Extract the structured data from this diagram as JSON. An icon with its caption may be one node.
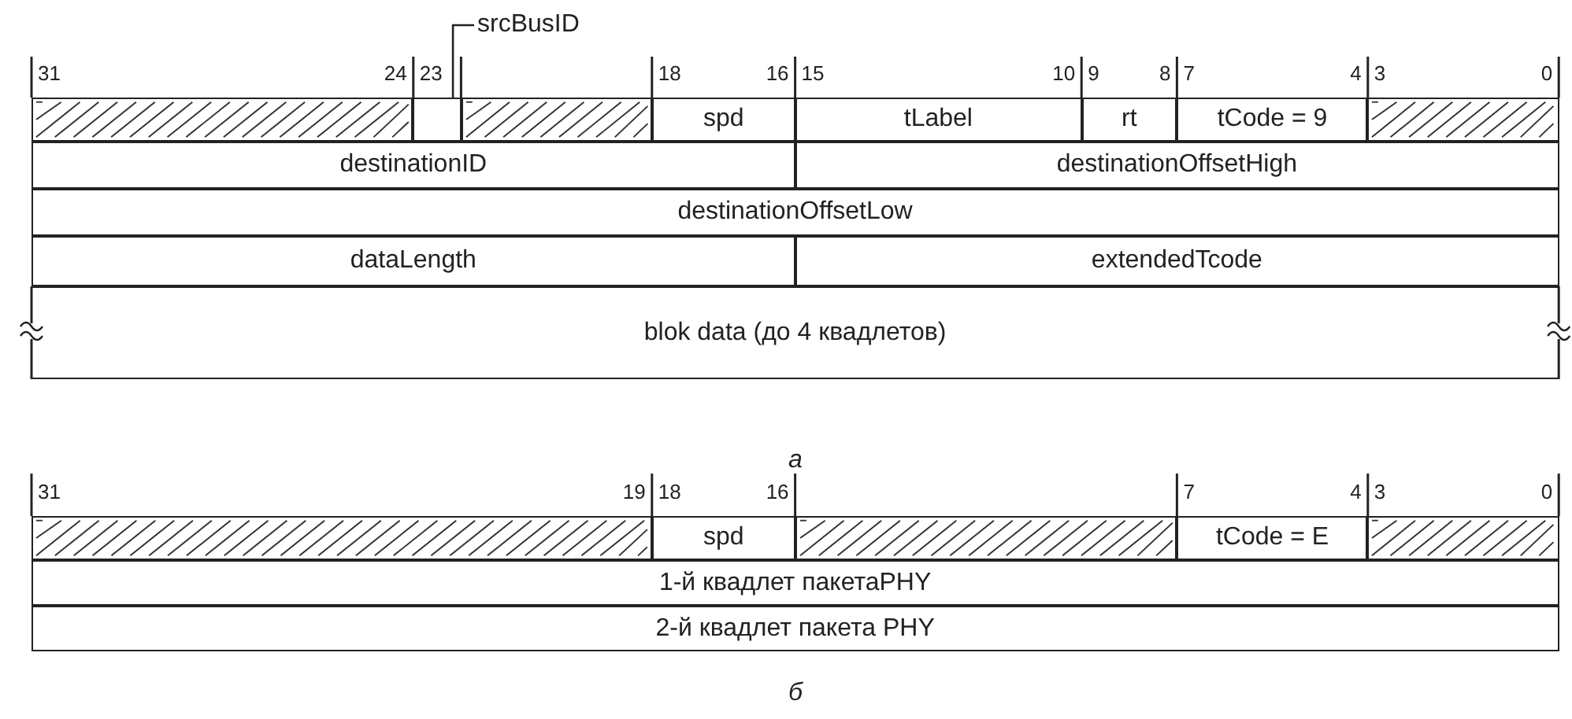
{
  "diagram": {
    "nodes": [
      {
        "text": [
          "srcBusID"
        ]
      },
      {
        "text": [],
        "shape": "box"
      },
      {
        "text": [],
        "shape": "box"
      },
      {
        "text": [],
        "shape": "box"
      },
      {
        "text": [
          "spd"
        ]
      },
      {
        "text": [
          "tLabel"
        ]
      },
      {
        "text": [
          "rt"
        ]
      },
      {
        "text": [
          "tCode = 9"
        ]
      },
      {
        "text": [],
        "shape": "box"
      },
      {
        "text": [
          "destinationID"
        ]
      },
      {
        "text": [
          "destinationOffsetHigh"
        ]
      },
      {
        "text": [
          "destinationOffsetLow"
        ]
      },
      {
        "text": [
          "dataLength"
        ]
      },
      {
        "text": [
          "extendedTcode"
        ]
      },
      {
        "text": [
          "blok data (до 4 квадлетов)"
        ]
      },
      {
        "text": [],
        "shape": "box"
      },
      {
        "text": [
          "spd"
        ]
      },
      {
        "text": [],
        "shape": "box"
      },
      {
        "text": [
          "tCode = E"
        ]
      },
      {
        "text": [],
        "shape": "box"
      },
      {
        "text": [
          "1-й квадлет пакетаPHY"
        ]
      },
      {
        "text": [
          "2-й квадлет пакета PHY"
        ]
      }
    ],
    "edges": [
      {
        "from": 0,
        "to": 2,
        "arrow": "none"
      }
    ],
    "labels": [
      "31",
      "24",
      "23",
      "18",
      "16",
      "15",
      "10",
      "9",
      "8",
      "7",
      "4",
      "3",
      "0",
      "а",
      "31",
      "19",
      "18",
      "16",
      "7",
      "4",
      "3",
      "0",
      "б"
    ]
  }
}
